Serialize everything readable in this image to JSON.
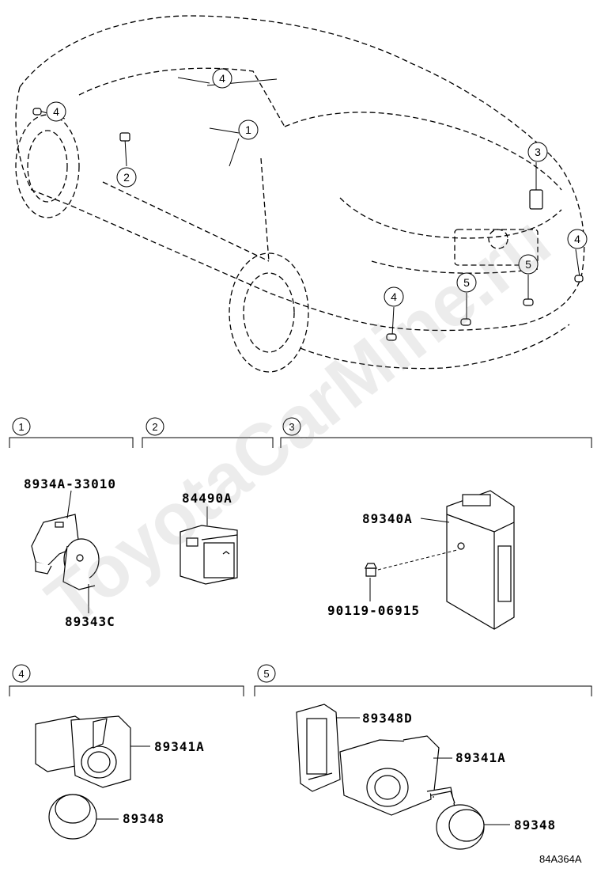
{
  "callouts_car": [
    "4",
    "4",
    "1",
    "2",
    "3",
    "4",
    "5",
    "5",
    "4"
  ],
  "sections": [
    {
      "num": "1"
    },
    {
      "num": "2"
    },
    {
      "num": "3"
    },
    {
      "num": "4"
    },
    {
      "num": "5"
    }
  ],
  "parts": {
    "s1_bracket": "8934A-33010",
    "s1_sensor": "89343C",
    "s2_switch": "84490A",
    "s3_ecu": "89340A",
    "s3_bolt": "90119-06915",
    "s4_sensor": "89341A",
    "s4_retainer": "89348",
    "s5_cover": "89348D",
    "s5_sensor": "89341A",
    "s5_retainer": "89348"
  },
  "figure_code": "84A364A",
  "watermark": "ToyotaCarMine.ru"
}
